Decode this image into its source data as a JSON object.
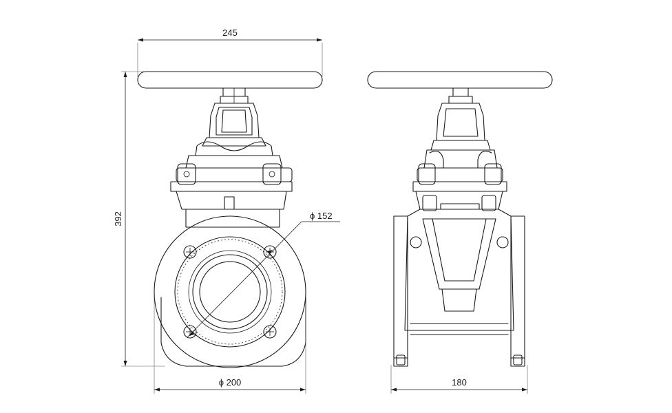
{
  "dimensions": {
    "width_top": "245",
    "height": "392",
    "bolt_circle": "ϕ 152",
    "flange_diameter": "ϕ 200",
    "face_to_face": "180"
  },
  "colors": {
    "line": "#1a1a1a",
    "background": "#ffffff"
  }
}
